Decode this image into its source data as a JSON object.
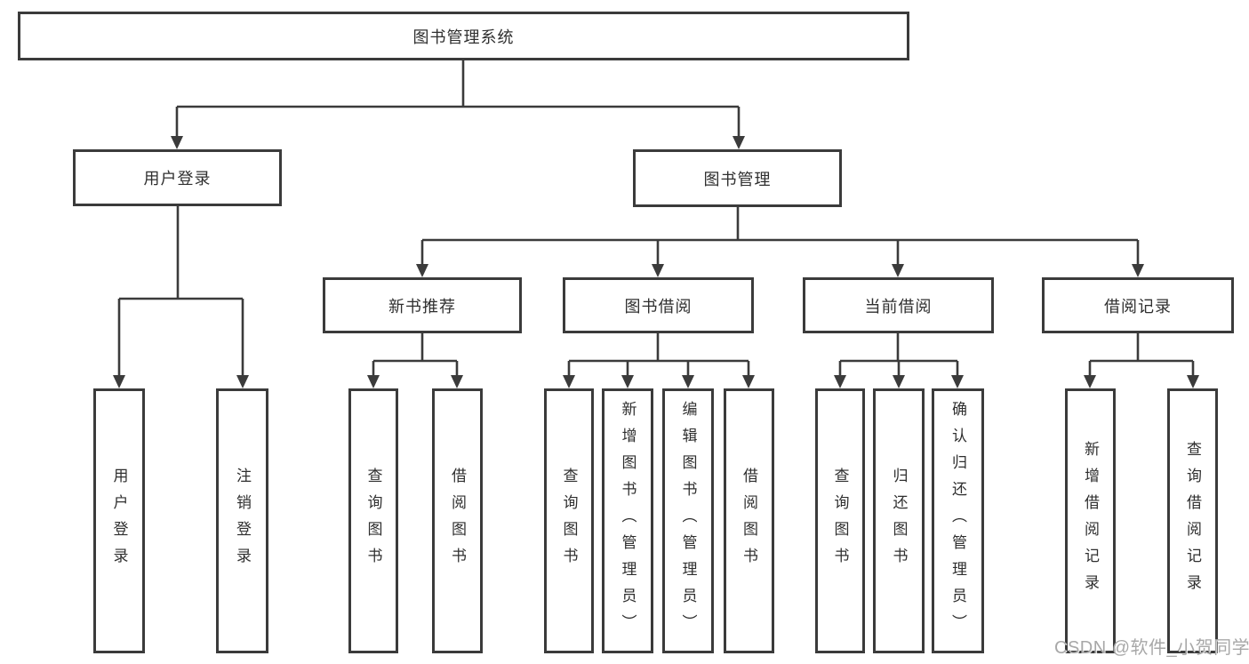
{
  "colors": {
    "line": "#3b3b3b",
    "box_border": "#3b3b3b",
    "text": "#2f2f2f",
    "background": "#ffffff",
    "watermark": "#a8a8a8"
  },
  "diagram": {
    "root": {
      "label": "图书管理系统"
    },
    "level2": [
      {
        "label": "用户登录",
        "children": [
          {
            "label": "用户登录"
          },
          {
            "label": "注销登录"
          }
        ]
      },
      {
        "label": "图书管理",
        "sections": [
          {
            "label": "新书推荐",
            "children": [
              {
                "label": "查询图书"
              },
              {
                "label": "借阅图书"
              }
            ]
          },
          {
            "label": "图书借阅",
            "children": [
              {
                "label": "查询图书"
              },
              {
                "label": "新增图书（管理员）"
              },
              {
                "label": "编辑图书（管理员）"
              },
              {
                "label": "借阅图书"
              }
            ]
          },
          {
            "label": "当前借阅",
            "children": [
              {
                "label": "查询图书"
              },
              {
                "label": "归还图书"
              },
              {
                "label": "确认归还（管理员）"
              }
            ]
          },
          {
            "label": "借阅记录",
            "children": [
              {
                "label": "新增借阅记录"
              },
              {
                "label": "查询借阅记录"
              }
            ]
          }
        ]
      }
    ]
  },
  "watermark": {
    "text": "CSDN @软件_小贺同学"
  }
}
